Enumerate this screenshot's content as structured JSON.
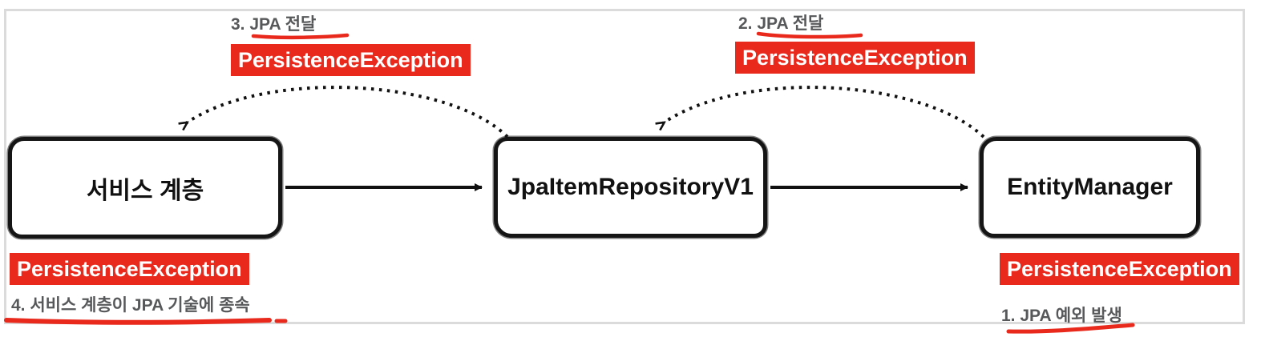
{
  "diagram": {
    "boxes": [
      {
        "id": "service",
        "label": "서비스 계층"
      },
      {
        "id": "repository",
        "label": "JpaItemRepositoryV1"
      },
      {
        "id": "entitymanager",
        "label": "EntityManager"
      }
    ],
    "exception_badges": {
      "top_left": "PersistenceException",
      "top_right": "PersistenceException",
      "bottom_left": "PersistenceException",
      "bottom_right": "PersistenceException"
    },
    "steps": {
      "step1": "1. JPA 예외 발생",
      "step2": "2. JPA 전달",
      "step3": "3. JPA 전달",
      "step4": "4. 서비스 계층이 JPA 기술에 종속"
    },
    "colors": {
      "exception_bg": "#e8291c",
      "exception_text": "#ffffff",
      "step_text": "#57585a",
      "box_border": "#151515",
      "underline_red": "#e8291c",
      "frame_border": "#dbdbdb",
      "arrow_black": "#111111"
    }
  }
}
